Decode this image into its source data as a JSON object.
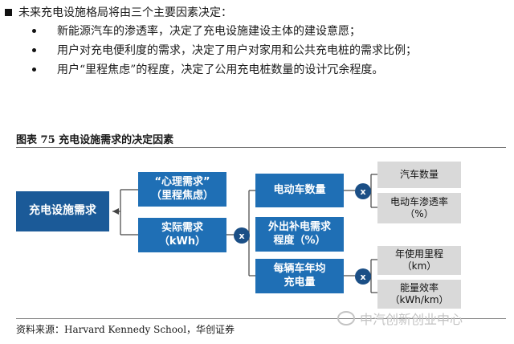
{
  "intro": {
    "heading": "未来充电设施格局将由三个主要因素决定：",
    "bullets": [
      "新能源汽车的渗透率，决定了充电设施建设主体的建设意愿；",
      "用户对充电便利度的需求，决定了用户对家用和公共充电桩的需求比例；",
      "用户“里程焦虑”的程度，决定了公用充电桩数量的设计冗余程度。"
    ]
  },
  "figure": {
    "title": "图表 75  充电设施需求的决定因素",
    "root": "充电设施需求",
    "psych_line1": "“心理需求”",
    "psych_line2": "（里程焦虑）",
    "actual_line1": "实际需求",
    "actual_line2": "（kWh）",
    "ev_count": "电动车数量",
    "external_line1": "外出补电需求",
    "external_line2": "程度（%）",
    "per_vehicle_line1": "每辆车年均",
    "per_vehicle_line2": "充电量",
    "car_count": "汽车数量",
    "ev_penetration_line1": "电动车渗透率",
    "ev_penetration_line2": "（%）",
    "annual_mileage_line1": "年使用里程",
    "annual_mileage_line2": "（km）",
    "energy_eff_line1": "能量效率",
    "energy_eff_line2": "（kWh/km）",
    "multiply": "x"
  },
  "source": "资料来源：Harvard Kennedy School，华创证券",
  "watermark": "中汽创新创业中心"
}
